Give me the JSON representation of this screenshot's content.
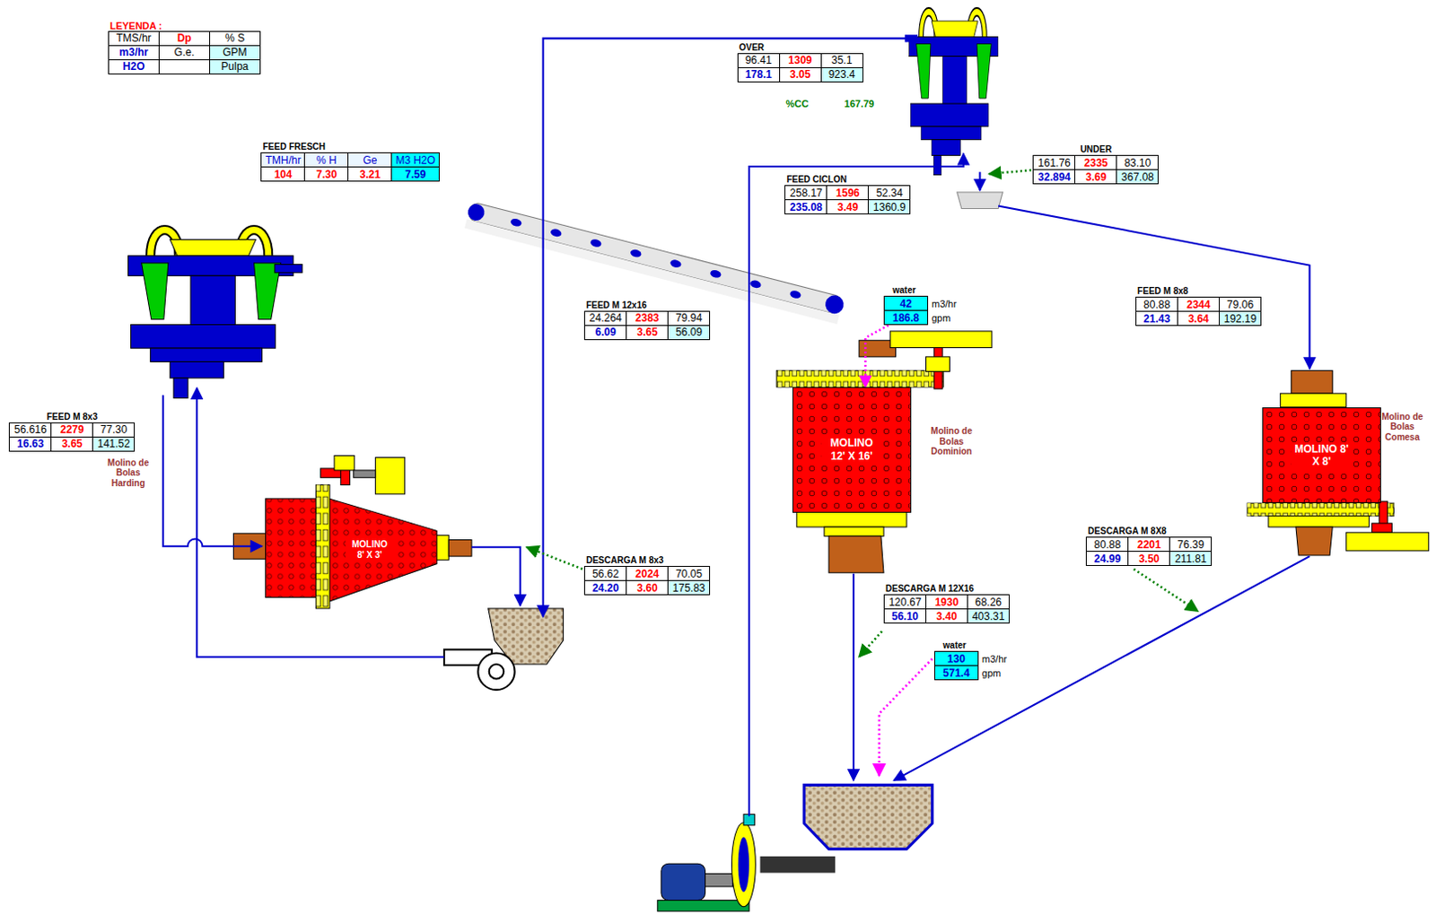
{
  "diagram": {
    "nodes": [
      {
        "text": [
          "LEYENDA :",
          "TMS/hr",
          "Dp",
          "% S",
          "m3/hr",
          "G.e.",
          "GPM",
          "H2O",
          "Pulpa"
        ]
      },
      {
        "text": [
          "OVER",
          "96.41",
          "1309",
          "35.1",
          "178.1",
          "3.05",
          "923.4"
        ]
      },
      {
        "text": [
          "FEED FRESCH",
          "TMH/hr",
          "% H",
          "Ge",
          "M3 H2O",
          "104",
          "7.30",
          "3.21",
          "7.59"
        ]
      },
      {
        "text": [
          "UNDER",
          "161.76",
          "2335",
          "83.10",
          "32.894",
          "3.69",
          "367.08"
        ]
      },
      {
        "text": [
          "FEED CICLON",
          "258.17",
          "1596",
          "52.34",
          "235.08",
          "3.49",
          "1360.9"
        ]
      },
      {
        "text": [
          "FEED M 8x8",
          "80.88",
          "2344",
          "79.06",
          "21.43",
          "3.64",
          "192.19"
        ]
      },
      {
        "text": [
          "FEED M 12x16",
          "24.264",
          "2383",
          "79.94",
          "6.09",
          "3.65",
          "56.09"
        ]
      },
      {
        "text": [
          "water",
          "42",
          "m3/hr",
          "186.8",
          "gpm"
        ]
      },
      {
        "text": [
          "FEED M 8x3",
          "56.616",
          "2279",
          "77.30",
          "16.63",
          "3.65",
          "141.52"
        ]
      },
      {
        "text": [
          "MOLINO 12' X 16'"
        ]
      },
      {
        "text": [
          "MOLINO 8' X 8'"
        ]
      },
      {
        "text": [
          "MOLINO 8' X 3'"
        ]
      },
      {
        "text": [
          "DESCARGA M 8X8",
          "80.88",
          "2201",
          "76.39",
          "24.99",
          "3.50",
          "211.81"
        ]
      },
      {
        "text": [
          "DESCARGA M 8x3",
          "56.62",
          "2024",
          "70.05",
          "24.20",
          "3.60",
          "175.83"
        ]
      },
      {
        "text": [
          "DESCARGA M 12X16",
          "120.67",
          "1930",
          "68.26",
          "56.10",
          "3.40",
          "403.31"
        ]
      },
      {
        "text": [
          "water",
          "130",
          "m3/hr",
          "571.4",
          "gpm"
        ]
      }
    ],
    "edges": [
      {
        "from": 7,
        "to": 9,
        "arrow": "to"
      }
    ],
    "labels": [
      "%CC",
      "167.79",
      "Molino de Bolas Harding",
      "Molino de Bolas Dominion",
      "Molino de Bolas Comesa"
    ]
  }
}
